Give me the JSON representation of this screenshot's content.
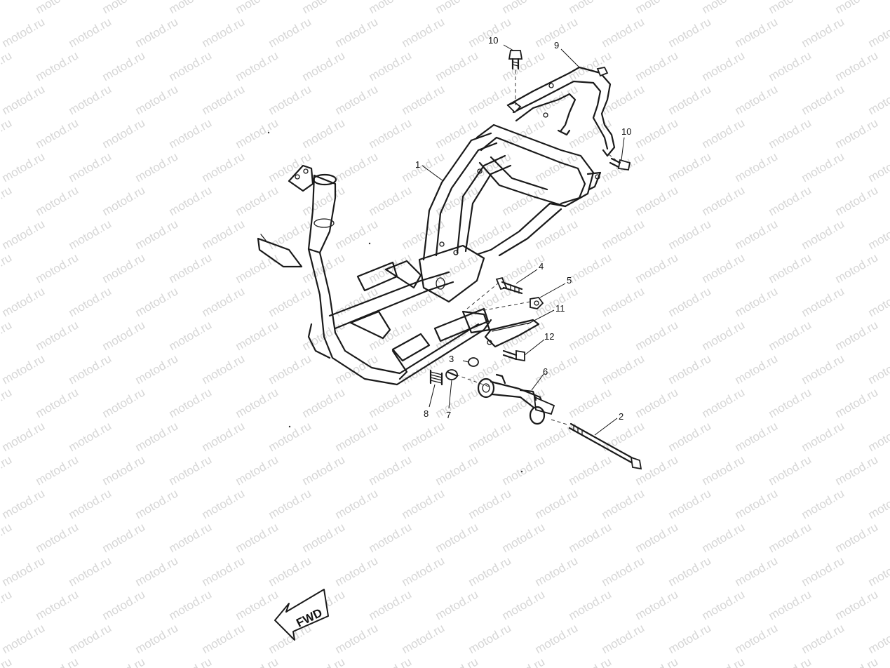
{
  "watermark": "motod.ru",
  "fwd_label": "FWD",
  "parts": [
    {
      "id": "p1",
      "label": "1"
    },
    {
      "id": "p2",
      "label": "2"
    },
    {
      "id": "p3",
      "label": "3"
    },
    {
      "id": "p4",
      "label": "4"
    },
    {
      "id": "p5",
      "label": "5"
    },
    {
      "id": "p6",
      "label": "6"
    },
    {
      "id": "p7",
      "label": "7"
    },
    {
      "id": "p8",
      "label": "8"
    },
    {
      "id": "p9",
      "label": "9"
    },
    {
      "id": "p10a",
      "label": "10"
    },
    {
      "id": "p10b",
      "label": "10"
    },
    {
      "id": "p11",
      "label": "11"
    },
    {
      "id": "p12",
      "label": "12"
    }
  ]
}
